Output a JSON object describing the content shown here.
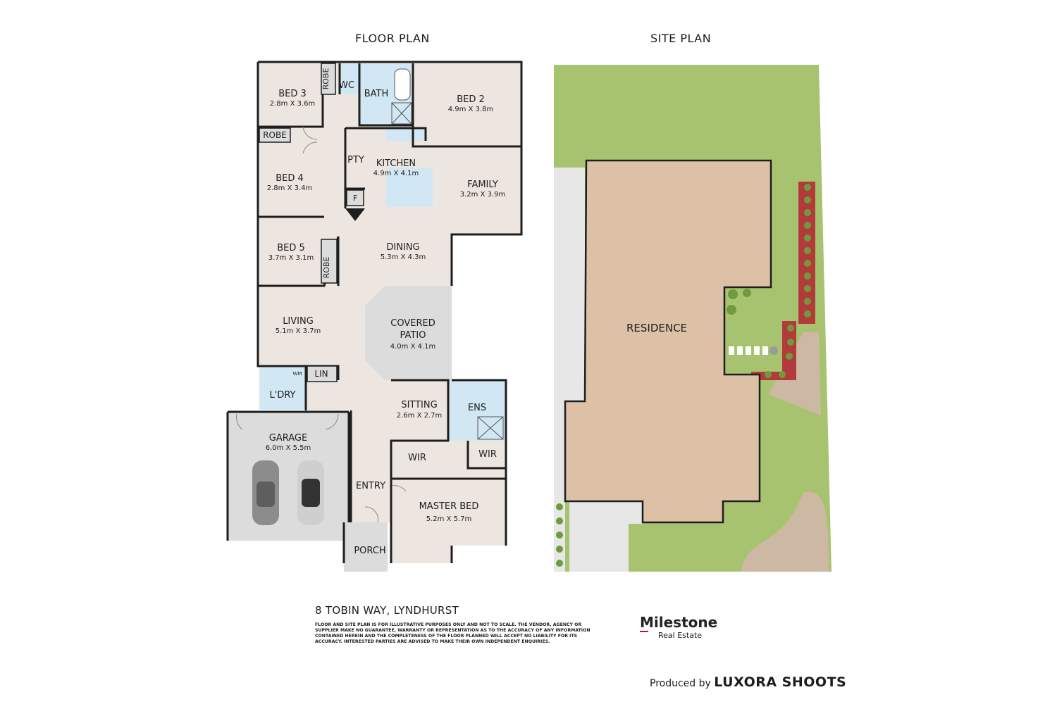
{
  "headings": {
    "floor_plan": "FLOOR PLAN",
    "site_plan": "SITE PLAN"
  },
  "rooms": {
    "bed3": {
      "name": "BED 3",
      "dims": "2.8m X 3.6m"
    },
    "robe1": {
      "name": "ROBE"
    },
    "wc": {
      "name": "WC"
    },
    "bath": {
      "name": "BATH"
    },
    "bed2": {
      "name": "BED 2",
      "dims": "4.9m X 3.8m"
    },
    "robe2": {
      "name": "ROBE"
    },
    "pty": {
      "name": "PTY"
    },
    "kitchen": {
      "name": "KITCHEN",
      "dims": "4.9m X 4.1m"
    },
    "fridge": {
      "name": "F"
    },
    "family": {
      "name": "FAMILY",
      "dims": "3.2m X 3.9m"
    },
    "bed4": {
      "name": "BED 4",
      "dims": "2.8m X 3.4m"
    },
    "bed5": {
      "name": "BED 5",
      "dims": "3.7m X 3.1m"
    },
    "robe3": {
      "name": "ROBE"
    },
    "dining": {
      "name": "DINING",
      "dims": "5.3m X 4.3m"
    },
    "living": {
      "name": "LIVING",
      "dims": "5.1m X 3.7m"
    },
    "patio": {
      "name1": "COVERED",
      "name2": "PATIO",
      "dims": "4.0m X 4.1m"
    },
    "wm": {
      "name": "WM"
    },
    "lin": {
      "name": "LIN"
    },
    "ldry": {
      "name": "L'DRY"
    },
    "sitting": {
      "name": "SITTING",
      "dims": "2.6m X 2.7m"
    },
    "ens": {
      "name": "ENS"
    },
    "garage": {
      "name": "GARAGE",
      "dims": "6.0m X 5.5m"
    },
    "wir1": {
      "name": "WIR"
    },
    "wir2": {
      "name": "WIR"
    },
    "entry": {
      "name": "ENTRY"
    },
    "master": {
      "name": "MASTER BED",
      "dims": "5.2m X 5.7m"
    },
    "porch": {
      "name": "PORCH"
    }
  },
  "site": {
    "residence": "RESIDENCE"
  },
  "address": "8 TOBIN WAY, LYNDHURST",
  "disclaimer": "Floor and site plan is for illustrative purposes only and not to scale. The vendor, agency or supplier make no guarantee, warranty or representation as to the accuracy of any information contained herein and the completeness of the floor planned will accept no liability for its accuracy. Interested parties are advised to make their own independent enquiries.",
  "logo": {
    "name": "Milestone",
    "sub": "Real Estate"
  },
  "credit": {
    "prefix": "Produced by",
    "brand": "LUXORA SHOOTS"
  },
  "colors": {
    "floor": "#ede6e0",
    "wet": "#d2e7f4",
    "patio": "#dcdcdc",
    "wall": "#1e1e1e",
    "lawn": "#a8c36f",
    "residence": "#dcc1a6",
    "driveway": "#e7e7e7",
    "garden_bed": "#b33a3a",
    "path": "#cdb8a4"
  }
}
